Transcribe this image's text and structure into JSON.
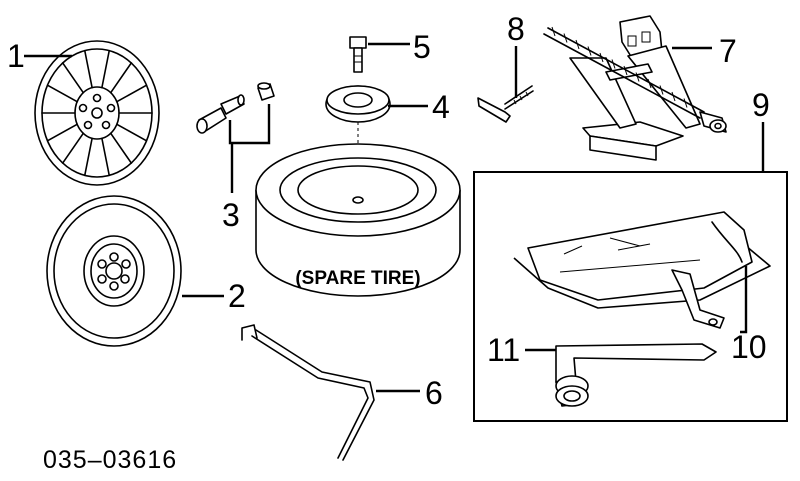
{
  "callouts": {
    "c1": "1",
    "c2": "2",
    "c3": "3",
    "c4": "4",
    "c5": "5",
    "c6": "6",
    "c7": "7",
    "c8": "8",
    "c9": "9",
    "c10": "10",
    "c11": "11"
  },
  "spare_tire_label": "(SPARE TIRE)",
  "diagram_code": "035–03616"
}
